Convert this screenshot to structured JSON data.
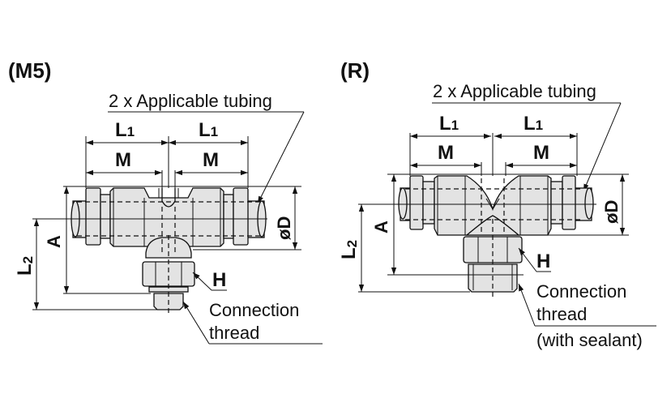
{
  "diagrams": [
    {
      "id": "m5",
      "title": "(M5)",
      "callout_tubing": "2 x Applicable tubing",
      "dim_L1": "L",
      "dim_L1_sub": "1",
      "dim_M": "M",
      "dim_D": "øD",
      "dim_A": "A",
      "dim_L2": "L",
      "dim_L2_sub": "2",
      "dim_H": "H",
      "callout_thread_line1": "Connection",
      "callout_thread_line2": "thread"
    },
    {
      "id": "r",
      "title": "(R)",
      "callout_tubing": "2 x Applicable tubing",
      "dim_L1": "L",
      "dim_L1_sub": "1",
      "dim_M": "M",
      "dim_D": "øD",
      "dim_A": "A",
      "dim_L2": "L",
      "dim_L2_sub": "2",
      "dim_H": "H",
      "callout_thread_line1": "Connection",
      "callout_thread_line2": "thread",
      "callout_thread_line3": "(with sealant)"
    }
  ],
  "colors": {
    "line": "#111111",
    "body_fill": "#e3e3e3",
    "background": "#ffffff"
  }
}
